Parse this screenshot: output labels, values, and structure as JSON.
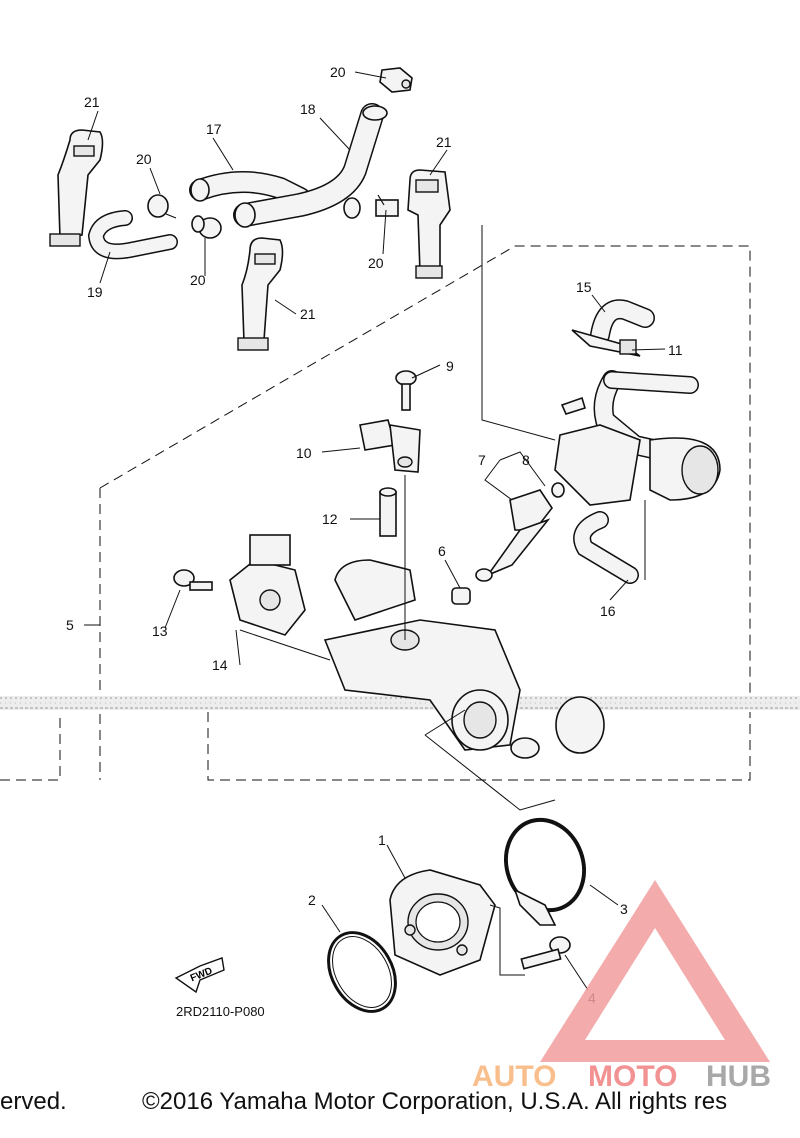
{
  "diagram": {
    "callouts": {
      "c1": "1",
      "c2": "2",
      "c3": "3",
      "c4": "4",
      "c5": "5",
      "c6": "6",
      "c7": "7",
      "c8": "8",
      "c9": "9",
      "c10": "10",
      "c11": "11",
      "c12": "12",
      "c13": "13",
      "c14": "14",
      "c15": "15",
      "c16": "16",
      "c17": "17",
      "c18": "18",
      "c19": "19",
      "c20a": "20",
      "c20b": "20",
      "c20c": "20",
      "c20d": "20",
      "c21a": "21",
      "c21b": "21",
      "c21c": "21"
    },
    "fwd_label": "FWD",
    "part_code": "2RD2110-P080"
  },
  "footer": {
    "left_text": "erved.",
    "copyright": "©2016 Yamaha Motor Corporation, U.S.A. All rights res"
  },
  "watermark": {
    "auto": "AUTO",
    "moto": "MOTO",
    "hub": "HUB",
    "colors": {
      "auto": "#f7b57a",
      "moto": "#f08080",
      "hub": "#9a9a9a",
      "triangle": "#f19d9d"
    }
  }
}
